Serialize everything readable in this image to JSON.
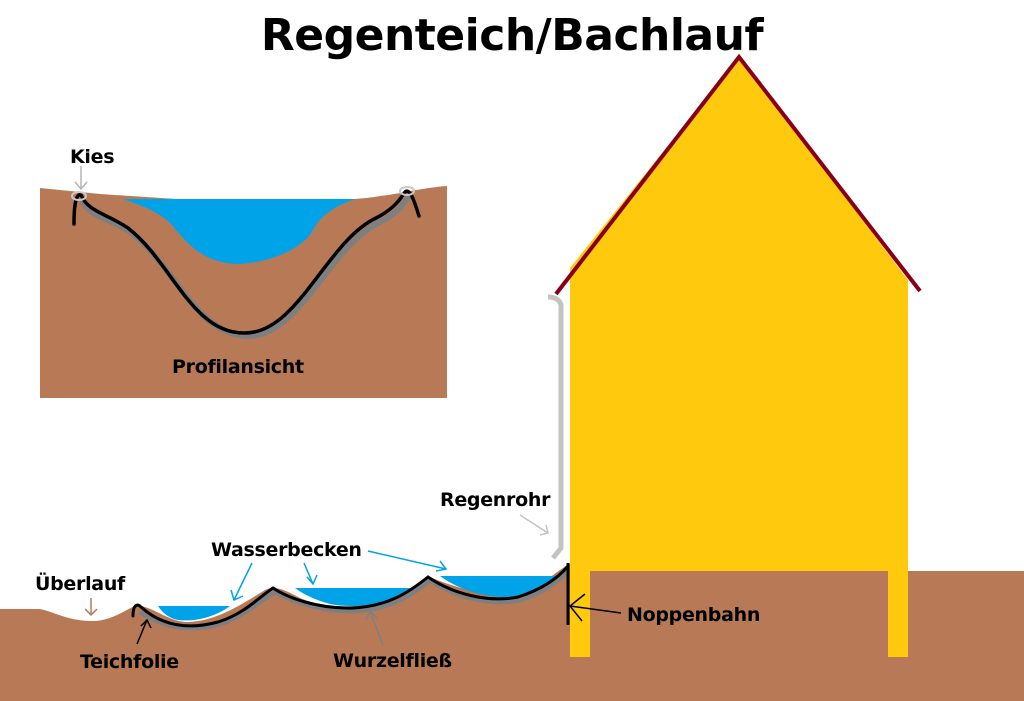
{
  "title": "Regenteich/Bachlauf",
  "colors": {
    "soil": "#b87a56",
    "water": "#00a2e8",
    "house": "#ffc90e",
    "roof_line": "#880015",
    "liner": "#000000",
    "fleece": "#7f7f7f",
    "gravel": "#c8c8c8",
    "downpipe": "#c3c3c3",
    "arrow_water": "#00a2e8",
    "arrow_overflow": "#b87a56"
  },
  "inset": {
    "caption": "Profilansicht",
    "labels": {
      "gravel": "Kies"
    }
  },
  "main": {
    "labels": {
      "downpipe": "Regenrohr",
      "basins": "Wasserbecken",
      "overflow": "Überlauf",
      "liner": "Teichfolie",
      "fleece": "Wurzelfließ",
      "dimple_sheet": "Noppenbahn"
    }
  }
}
